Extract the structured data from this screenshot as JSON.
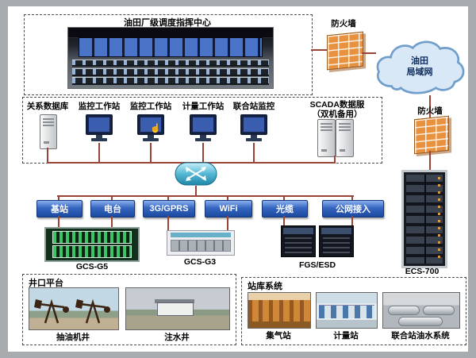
{
  "colors": {
    "line": "#9a4438",
    "accent_blue": "#2a5ab8",
    "firewall_orange": "#e8923f",
    "cloud_fill": "#d9e8f7",
    "rack_green": "#3ec268"
  },
  "icons": {
    "hand": "☝"
  },
  "top": {
    "command_center_title": "油田厂级调度指挥中心",
    "firewall_top_label": "防火墙",
    "firewall_right_label": "防火墙",
    "cloud_line1": "油田",
    "cloud_line2": "局域网"
  },
  "lan": {
    "labels": [
      "关系数据库",
      "监控工作站",
      "监控工作站",
      "计量工作站",
      "联合站监控"
    ],
    "scada_line1": "SCADA数据服",
    "scada_line2": "（双机备用）"
  },
  "bus": {
    "items": [
      "基站",
      "电台",
      "3G/GPRS",
      "WiFi",
      "光缆",
      "公网接入"
    ]
  },
  "devices": [
    "GCS-G5",
    "GCS-G3",
    "FGS/ESD",
    "ECS-700"
  ],
  "wellhead": {
    "title": "井口平台",
    "items": [
      "抽油机井",
      "注水井"
    ]
  },
  "station": {
    "title": "站库系统",
    "items": [
      "集气站",
      "计量站",
      "联合站油水系统"
    ]
  }
}
